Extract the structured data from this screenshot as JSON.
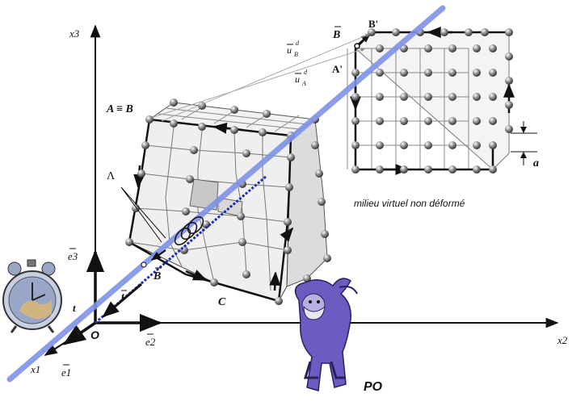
{
  "axes": {
    "x3": "x3",
    "x2": "x2",
    "x1": "x1",
    "origin": "O",
    "e3": "e3",
    "e2": "e2",
    "e1": "e1",
    "t_label": "t"
  },
  "labels": {
    "A_eq_B": "A ≡ B",
    "B_vec_top": "B",
    "B_prime": "B'",
    "A_prime": "A'",
    "uB": "u",
    "uB_sub": "B",
    "uB_sup": "d",
    "uA": "u",
    "uA_sub": "A",
    "uA_sup": "d",
    "Lambda": "Λ",
    "B_vec_line": "B",
    "t_vec": "t",
    "C": "C",
    "a": "a",
    "caption": "milieu virtuel non déformé",
    "PO": "PO"
  },
  "colors": {
    "line_blue": "#7f93e8",
    "dislocation_blue": "#1b2fb0",
    "ink": "#111111",
    "cube_face": "#ededed",
    "sphere": "#7a7a7a",
    "character_purple": "#5a4ba8"
  },
  "icons": {
    "clock": "alarm-clock-icon",
    "character": "jester-character-icon"
  }
}
